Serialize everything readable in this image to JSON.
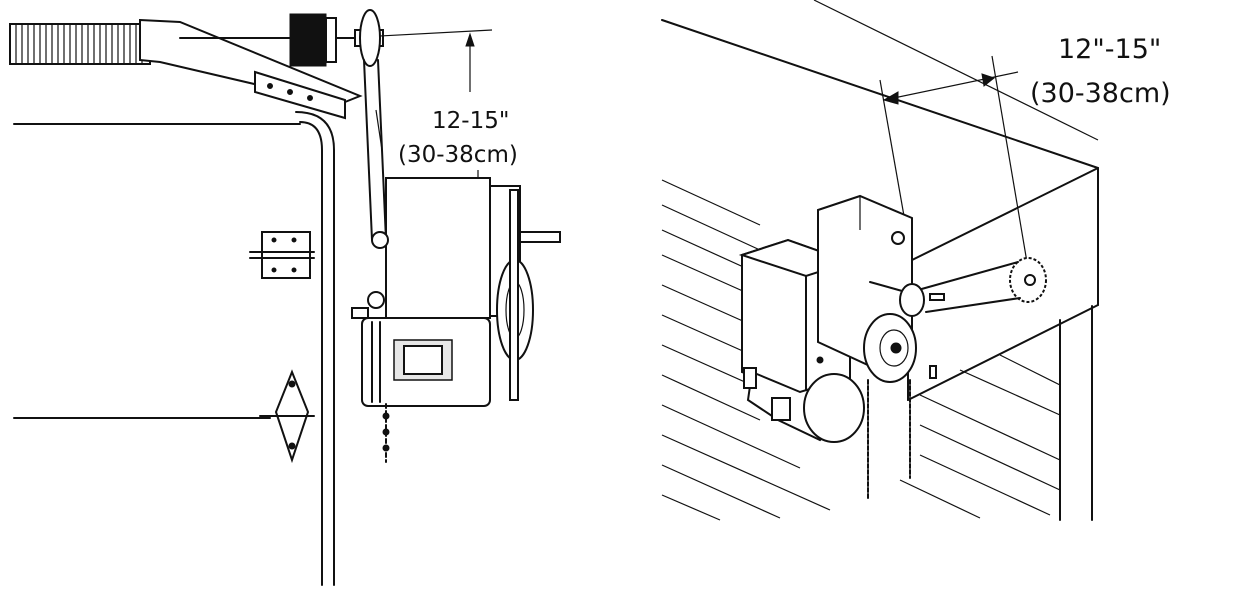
{
  "left_figure": {
    "dimension_line1": "12-15\"",
    "dimension_line2": "(30-38cm)"
  },
  "right_figure": {
    "dimension_line1": "12\"-15\"",
    "dimension_line2": "(30-38cm)"
  }
}
